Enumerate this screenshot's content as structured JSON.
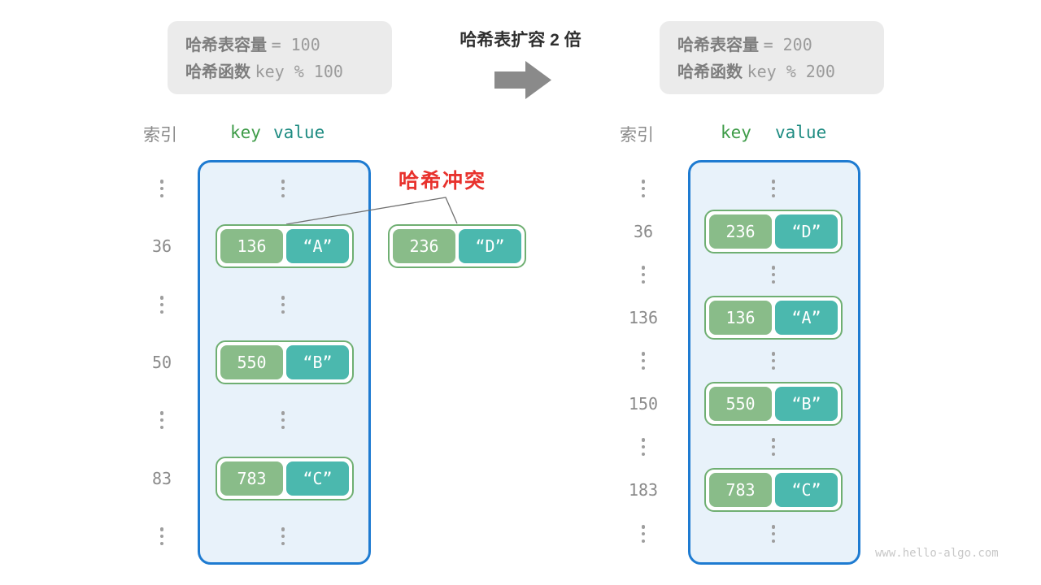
{
  "before_box": {
    "line1_label": "哈希表容量",
    "line1_value": "= 100",
    "line2_label": "哈希函数",
    "line2_value": "key % 100"
  },
  "after_box": {
    "line1_label": "哈希表容量",
    "line1_value": "= 200",
    "line2_label": "哈希函数",
    "line2_value": "key % 200"
  },
  "transition": {
    "title": "哈希表扩容 2 倍",
    "arrow_icon": "right-arrow"
  },
  "collision": {
    "label": "哈希冲突",
    "pair": {
      "key": "236",
      "value": "“D”"
    }
  },
  "left_table": {
    "headers": {
      "index": "索引",
      "key": "key",
      "value": "value"
    },
    "rows": [
      {
        "index": "36",
        "key": "136",
        "value": "“A”"
      },
      {
        "index": "50",
        "key": "550",
        "value": "“B”"
      },
      {
        "index": "83",
        "key": "783",
        "value": "“C”"
      }
    ]
  },
  "right_table": {
    "headers": {
      "index": "索引",
      "key": "key",
      "value": "value"
    },
    "rows": [
      {
        "index": "36",
        "key": "236",
        "value": "“D”"
      },
      {
        "index": "136",
        "key": "136",
        "value": "“A”"
      },
      {
        "index": "150",
        "key": "550",
        "value": "“B”"
      },
      {
        "index": "183",
        "key": "783",
        "value": "“C”"
      }
    ]
  },
  "watermark": "www.hello-algo.com",
  "colors": {
    "key_green": "#89BC89",
    "value_teal": "#4BB8AE",
    "pair_border_green": "#6FAF72",
    "bucket_border_blue": "#1E7BD1",
    "bucket_fill_blue": "#E8F2FA",
    "collision_red": "#E8322D",
    "config_box_gray": "#EBEBEB",
    "text_gray": "#8A8A8A",
    "key_header_green": "#3F9C49",
    "value_header_teal": "#1F8C82"
  }
}
